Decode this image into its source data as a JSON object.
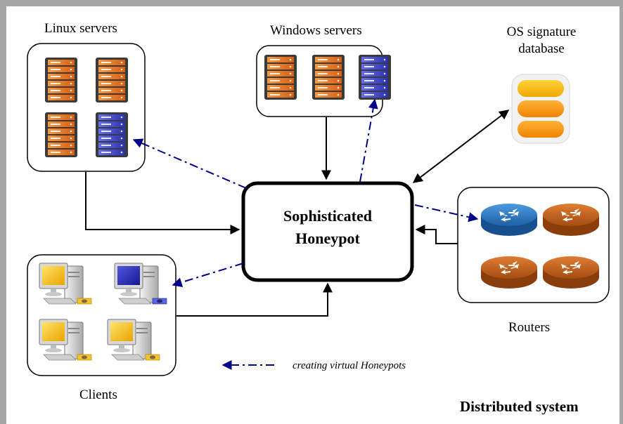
{
  "labels": {
    "linux": "Linux servers",
    "windows": "Windows servers",
    "os_db": "OS signature\ndatabase",
    "routers": "Routers",
    "clients": "Clients",
    "honeypot_line1": "Sophisticated",
    "honeypot_line2": "Honeypot",
    "legend": "creating virtual Honeypots",
    "system": "Distributed system"
  },
  "colors": {
    "frame": "#a6a6a6",
    "virtual_arrow": "#00008b",
    "real_arrow": "#000000",
    "orange_server": "#ea7a26",
    "blue_server": "#3b3fc7",
    "db_yellow": "#f6b500",
    "db_orange": "#f39a0c",
    "router_blue": "#2f7fc1",
    "router_orange": "#c8651c",
    "screen_yellow": "#f5c21b",
    "screen_blue": "#2424b5"
  },
  "icons": {
    "linux_servers": [
      "orange-server-icon",
      "orange-server-icon",
      "orange-server-icon",
      "blue-server-icon"
    ],
    "windows_servers": [
      "orange-server-icon",
      "orange-server-icon",
      "blue-server-icon"
    ],
    "clients": [
      "yellow-pc-icon",
      "blue-pc-icon",
      "yellow-pc-icon",
      "yellow-pc-icon"
    ],
    "routers": [
      "blue-router-icon",
      "orange-router-icon",
      "orange-router-icon",
      "orange-router-icon"
    ],
    "database": "database-icon"
  }
}
